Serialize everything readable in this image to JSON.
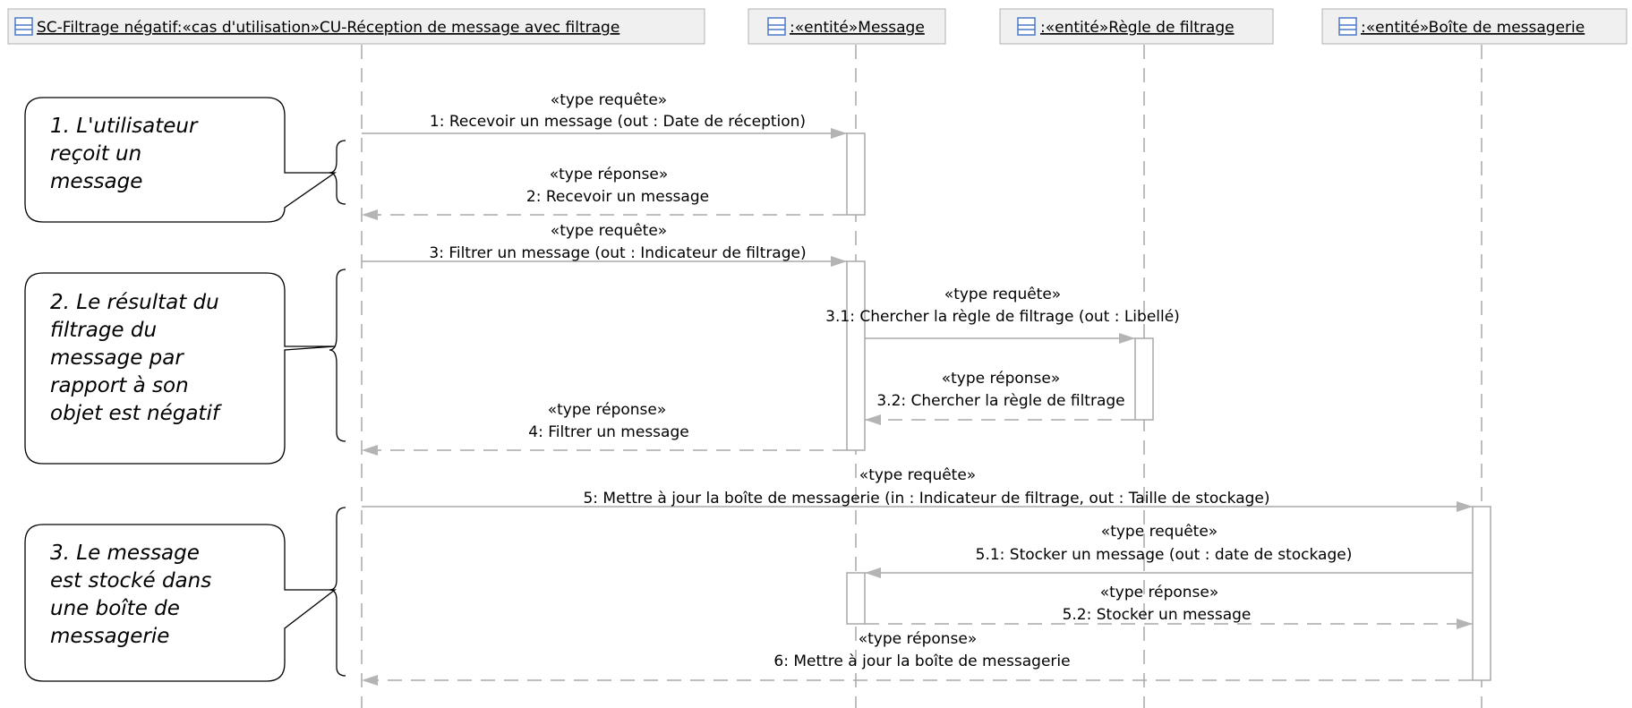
{
  "lifelines": [
    {
      "id": "uc",
      "name": "SC-Filtrage négatif:«cas d'utilisation»CU-Réception de message avec filtrage"
    },
    {
      "id": "msg",
      "name": ":«entité»Message"
    },
    {
      "id": "rule",
      "name": ":«entité»Règle de filtrage"
    },
    {
      "id": "box",
      "name": ":«entité»Boîte de messagerie"
    }
  ],
  "messages": [
    {
      "stereotype": "«type requête»",
      "label": "1: Recevoir un message (out : Date de réception)",
      "from": "uc",
      "to": "msg",
      "kind": "request"
    },
    {
      "stereotype": "«type réponse»",
      "label": "2: Recevoir un message",
      "from": "msg",
      "to": "uc",
      "kind": "response"
    },
    {
      "stereotype": "«type requête»",
      "label": "3: Filtrer un message (out : Indicateur de filtrage)",
      "from": "uc",
      "to": "msg",
      "kind": "request"
    },
    {
      "stereotype": "«type requête»",
      "label": "3.1: Chercher la règle de filtrage (out : Libellé)",
      "from": "msg",
      "to": "rule",
      "kind": "request"
    },
    {
      "stereotype": "«type réponse»",
      "label": "3.2: Chercher la règle de filtrage",
      "from": "rule",
      "to": "msg",
      "kind": "response"
    },
    {
      "stereotype": "«type réponse»",
      "label": "4: Filtrer un message",
      "from": "msg",
      "to": "uc",
      "kind": "response"
    },
    {
      "stereotype": "«type requête»",
      "label": "5: Mettre à jour la boîte de messagerie (in : Indicateur de filtrage, out : Taille de stockage)",
      "from": "uc",
      "to": "box",
      "kind": "request"
    },
    {
      "stereotype": "«type requête»",
      "label": "5.1: Stocker un message (out : date de stockage)",
      "from": "box",
      "to": "msg",
      "kind": "request"
    },
    {
      "stereotype": "«type réponse»",
      "label": "5.2: Stocker un message",
      "from": "msg",
      "to": "box",
      "kind": "response"
    },
    {
      "stereotype": "«type réponse»",
      "label": "6: Mettre à jour la boîte de messagerie",
      "from": "box",
      "to": "uc",
      "kind": "response"
    }
  ],
  "notes": [
    {
      "lines": [
        "1. L'utilisateur",
        "reçoit un",
        "message"
      ]
    },
    {
      "lines": [
        "2. Le résultat du",
        "filtrage du",
        "message par",
        "rapport à son",
        "objet est négatif"
      ]
    },
    {
      "lines": [
        "3. Le message",
        "est stocké dans",
        "une boîte de",
        "messagerie"
      ]
    }
  ],
  "colors": {
    "line": "#a8a8a8",
    "header_border": "#b0b0b0",
    "header_bg": "#f0f0f0",
    "icon": "#4a78c8",
    "note_border": "#000000"
  }
}
